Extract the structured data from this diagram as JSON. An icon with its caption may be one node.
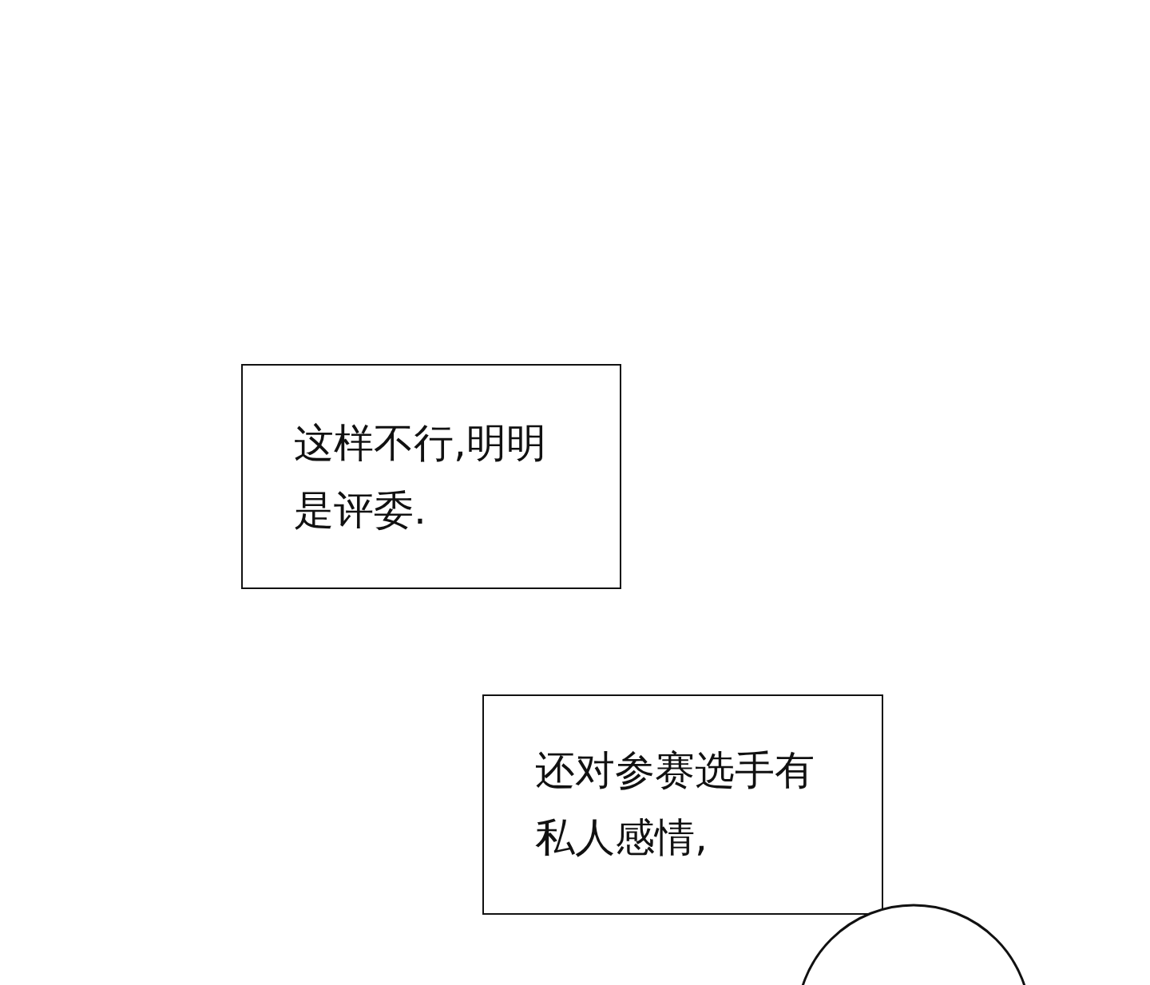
{
  "diagram": {
    "nodes": [
      {
        "text": [
          "这样不行,明明是评委."
        ]
      },
      {
        "text": [
          "还对参赛选手有私人感情,"
        ]
      },
      {
        "text": [],
        "shape": "circle"
      }
    ]
  }
}
